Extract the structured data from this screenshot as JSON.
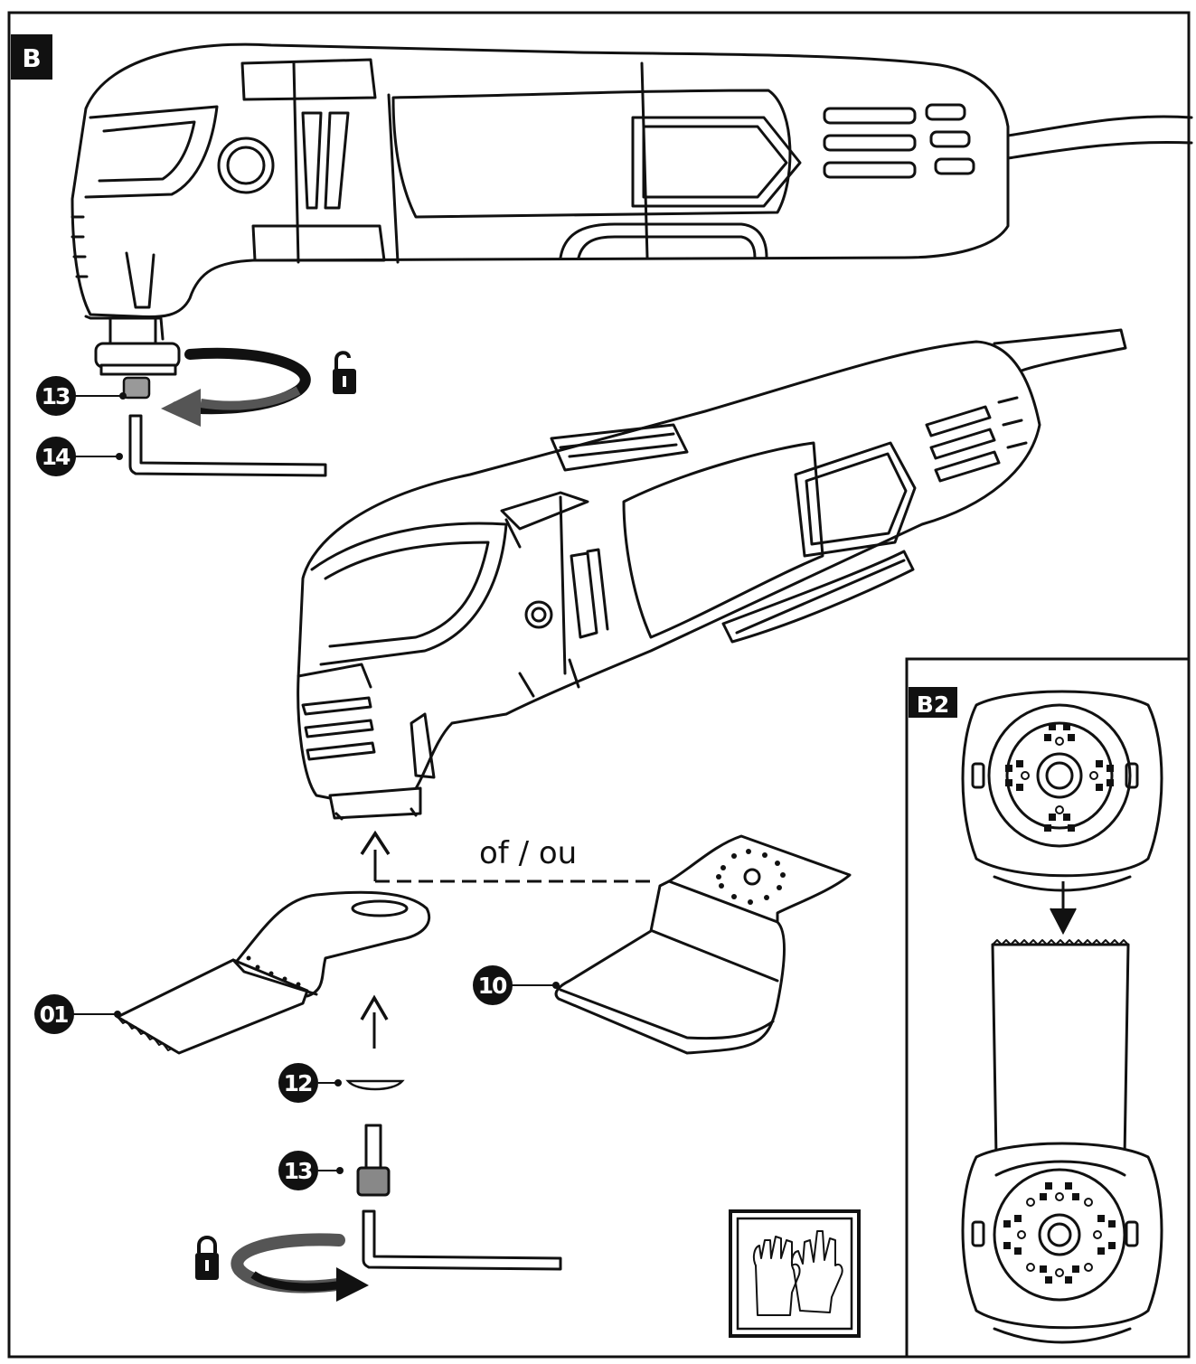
{
  "figure": {
    "label_main": "B",
    "label_inset": "B2",
    "alternative_text": "of / ou",
    "icons": [
      "lock-open-icon",
      "lock-closed-icon",
      "gloves-icon",
      "arrow-icon"
    ]
  },
  "callouts": {
    "c13_top": "13",
    "c14": "14",
    "c10": "10",
    "c01": "01",
    "c12": "12",
    "c13_bottom": "13"
  },
  "colors": {
    "line": "#111111",
    "background": "#ffffff",
    "arrow_gray": "#555555"
  }
}
